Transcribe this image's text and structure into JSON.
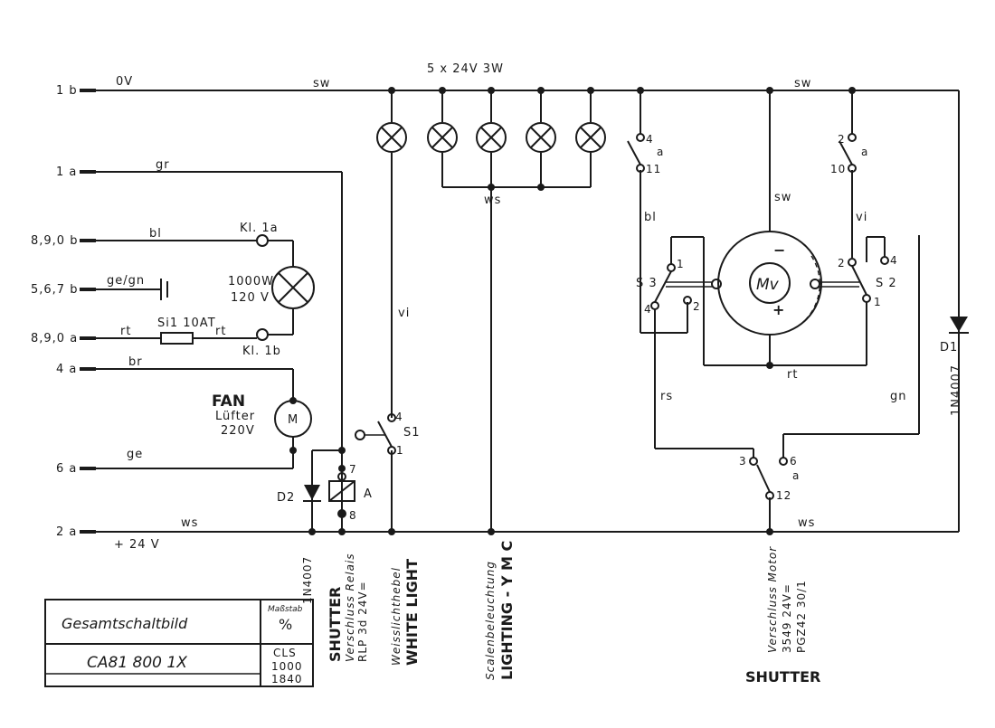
{
  "terminals": {
    "t1b": "1 b",
    "t1a": "1 a",
    "t890b": "8,9,0 b",
    "t567b": "5,6,7 b",
    "t890a": "8,9,0 a",
    "t4a": "4 a",
    "t6a": "6 a",
    "t2a": "2 a"
  },
  "wires": {
    "ov": "0V",
    "sw_top_left": "sw",
    "sw_top_right": "sw",
    "sw_mid": "sw",
    "gr": "gr",
    "bl_left": "bl",
    "ge_gn": "ge/gn",
    "rt_left": "rt",
    "rt_mid": "rt",
    "br": "br",
    "ge": "ge",
    "ws_bottom_left": "ws",
    "plus24": "+ 24 V",
    "ws_bottom_right": "ws",
    "vi_left": "vi",
    "ws_lamps": "ws",
    "bl_right": "bl",
    "vi_right": "vi",
    "rt_motor": "rt",
    "rs": "rs",
    "gn": "gn"
  },
  "components": {
    "lamps_label": "5 x  24V  3W",
    "kl1a": "Kl. 1a",
    "kl1b": "Kl. 1b",
    "lamp_power": "1000W",
    "lamp_voltage": "120 V",
    "fuse": "Si1  10AT",
    "fan_en": "FAN",
    "fan_de": "Lüfter",
    "fan_v": "220V",
    "motor_symbol": "M",
    "mv_symbol": "Mv",
    "s1": "S1",
    "s1_pin4": "4",
    "s1_pin1": "1",
    "d2": "D2",
    "relay": "A",
    "relay_pin7": "7",
    "relay_pin8": "8",
    "d1": "D1",
    "d1_part": "1N4007",
    "sw_top_4": "4",
    "sw_top_a": "a",
    "sw_top_11": "11",
    "sw_top2_2": "2",
    "sw_top2_a": "a",
    "sw_top2_10": "10",
    "s3": "S 3",
    "s3_1": "1",
    "s3_4": "4",
    "s3_2": "2",
    "s2": "S 2",
    "s2_4": "4",
    "s2_2": "2",
    "s2_1": "1",
    "sw_bot_3": "3",
    "sw_bot_6": "6",
    "sw_bot_a": "a",
    "sw_bot_12": "12",
    "minus": "−",
    "plus": "+"
  },
  "captions": {
    "d2_part": "1N4007",
    "relay_en": "SHUTTER",
    "relay_de": "Verschluss Relais",
    "relay_type": "RLP 3d  24V=",
    "white_de": "Weisslichthebel",
    "white_en": "WHITE LIGHT",
    "scale_de": "Scalenbeleuchtung",
    "scale_en": "LIGHTING - Y M C",
    "motor_de": "Verschluss Motor",
    "motor_type": "3549 24V=",
    "motor_ref": "PGZ42  30/1",
    "shutter_bottom": "SHUTTER"
  },
  "title_block": {
    "title": "Gesamtschaltbild",
    "number": "CA81 800 1X",
    "scale_header": "Maßstab",
    "scale_value": "%",
    "cls": "CLS",
    "cls_1": "1000",
    "cls_2": "1840"
  }
}
